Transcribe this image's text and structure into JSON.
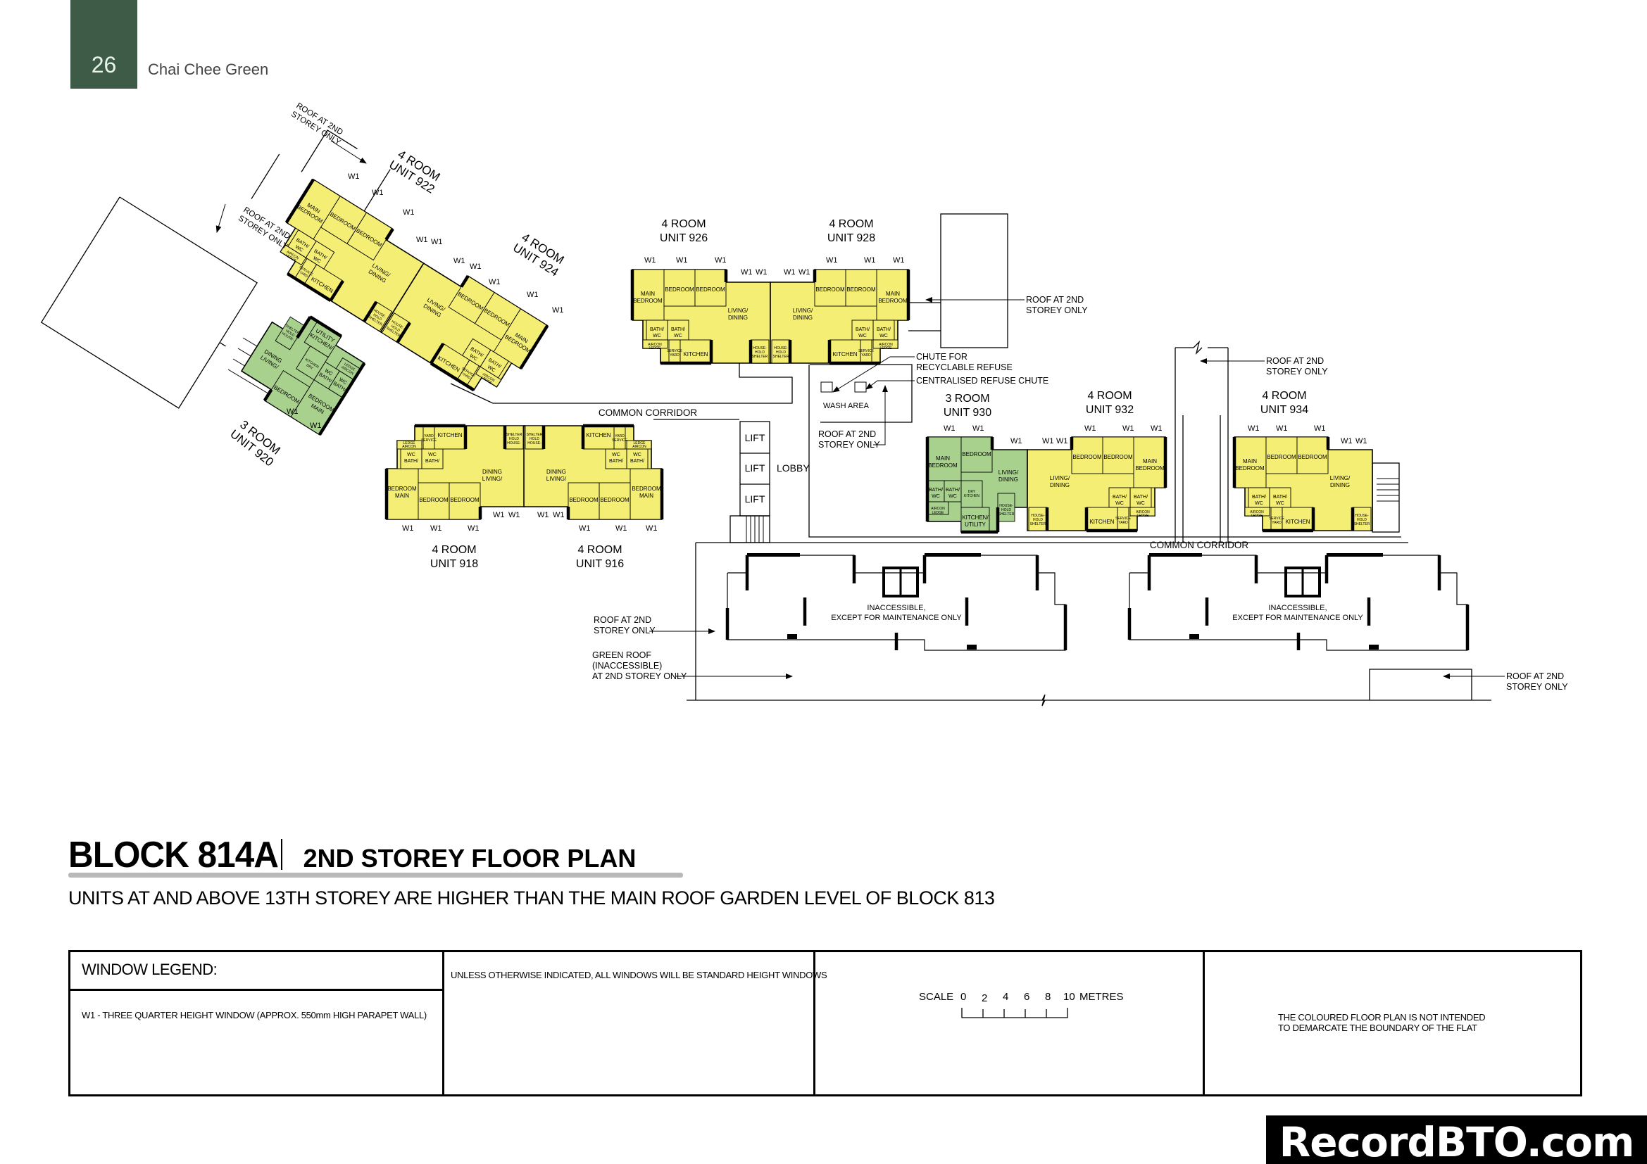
{
  "header": {
    "page_number": "26",
    "project": "Chai Chee Green"
  },
  "title": {
    "block": "BLOCK  814A",
    "plan": "2ND STOREY FLOOR PLAN",
    "note": "UNITS AT AND ABOVE 13TH STOREY ARE HIGHER THAN THE MAIN ROOF GARDEN LEVEL OF BLOCK 813"
  },
  "legend": {
    "heading": "WINDOW LEGEND:",
    "w1": "W1 -  THREE QUARTER HEIGHT WINDOW (APPROX. 550mm HIGH PARAPET WALL)",
    "standard": "UNLESS OTHERWISE INDICATED,  ALL WINDOWS WILL BE STANDARD HEIGHT WINDOWS",
    "scale_label": "SCALE",
    "scale_ticks": [
      "0",
      "2",
      "4",
      "6",
      "8",
      "10"
    ],
    "scale_unit": "METRES",
    "disclaimer": [
      "THE COLOURED FLOOR PLAN IS NOT INTENDED",
      "TO DEMARCATE THE BOUNDARY OF THE FLAT"
    ]
  },
  "watermark": "RecordBTO.com",
  "colors": {
    "header_green": "#3e5b47",
    "four_room": "#f5ee74",
    "three_room": "#a9d18e",
    "wall": "#000000"
  },
  "plan": {
    "window_code": "W1",
    "rooms_4": [
      "MAIN",
      "BEDROOM",
      "BEDROOM",
      "BEDROOM",
      "LIVING/",
      "DINING",
      "BATH/",
      "WC",
      "BATH/",
      "WC",
      "KITCHEN",
      "SERVICE",
      "YARD",
      "AIRCON",
      "LEDGE",
      "HOUSE-",
      "HOLD",
      "SHELTER"
    ],
    "rooms_3": [
      "MAIN",
      "BEDROOM",
      "BEDROOM",
      "LIVING/",
      "DINING",
      "BATH/",
      "WC",
      "BATH/",
      "WC",
      "DRY",
      "KITCHEN",
      "KITCHEN/",
      "UTILITY",
      "AIRCON",
      "LEDGE",
      "HOUSE-",
      "HOLD",
      "SHELTER"
    ],
    "units": [
      {
        "type": "4 ROOM",
        "unit": "UNIT 922",
        "kind": "four_room"
      },
      {
        "type": "4 ROOM",
        "unit": "UNIT 924",
        "kind": "four_room"
      },
      {
        "type": "3 ROOM",
        "unit": "UNIT 920",
        "kind": "three_room"
      },
      {
        "type": "4 ROOM",
        "unit": "UNIT 926",
        "kind": "four_room"
      },
      {
        "type": "4 ROOM",
        "unit": "UNIT 928",
        "kind": "four_room"
      },
      {
        "type": "4 ROOM",
        "unit": "UNIT 918",
        "kind": "four_room"
      },
      {
        "type": "4 ROOM",
        "unit": "UNIT 916",
        "kind": "four_room"
      },
      {
        "type": "3 ROOM",
        "unit": "UNIT 930",
        "kind": "three_room"
      },
      {
        "type": "4 ROOM",
        "unit": "UNIT 932",
        "kind": "four_room"
      },
      {
        "type": "4 ROOM",
        "unit": "UNIT 934",
        "kind": "four_room"
      }
    ],
    "labels": {
      "roof": [
        "ROOF AT 2ND",
        "STOREY ONLY"
      ],
      "green_roof": [
        "GREEN ROOF",
        "(INACCESSIBLE)",
        "AT 2ND STOREY ONLY"
      ],
      "common_corridor": "COMMON CORRIDOR",
      "lift": "LIFT",
      "lobby": "LOBBY",
      "wash_area": "WASH AREA",
      "chute_recyclable": [
        "CHUTE FOR",
        "RECYCLABLE REFUSE"
      ],
      "centralised_chute": "CENTRALISED REFUSE CHUTE",
      "inaccessible": [
        "INACCESSIBLE,",
        "EXCEPT FOR MAINTENANCE ONLY"
      ]
    }
  }
}
